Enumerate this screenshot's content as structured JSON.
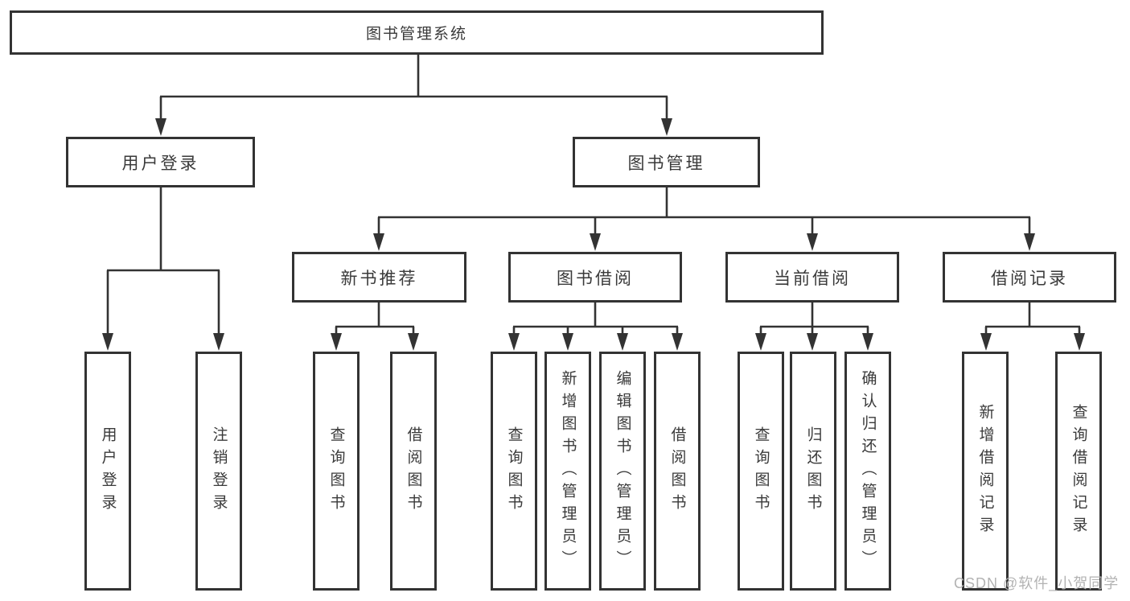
{
  "diagram": {
    "root": {
      "label": "图书管理系统"
    },
    "level2": [
      {
        "label": "用户登录"
      },
      {
        "label": "图书管理"
      }
    ],
    "level3": [
      {
        "label": "新书推荐"
      },
      {
        "label": "图书借阅"
      },
      {
        "label": "当前借阅"
      },
      {
        "label": "借阅记录"
      }
    ],
    "leaves": [
      {
        "label": "用户登录"
      },
      {
        "label": "注销登录"
      },
      {
        "label": "查询图书"
      },
      {
        "label": "借阅图书"
      },
      {
        "label": "查询图书"
      },
      {
        "label": "新增图书（管理员）"
      },
      {
        "label": "编辑图书（管理员）"
      },
      {
        "label": "借阅图书"
      },
      {
        "label": "查询图书"
      },
      {
        "label": "归还图书"
      },
      {
        "label": "确认归还（管理员）"
      },
      {
        "label": "新增借阅记录"
      },
      {
        "label": "查询借阅记录"
      }
    ]
  },
  "watermark": {
    "text": "CSDN @软件_小贺同学"
  },
  "colors": {
    "line": "#333333",
    "text": "#3a3a3a",
    "box_background": "#ffffff",
    "page_background": "#ffffff",
    "watermark": "#b3b3b3"
  }
}
